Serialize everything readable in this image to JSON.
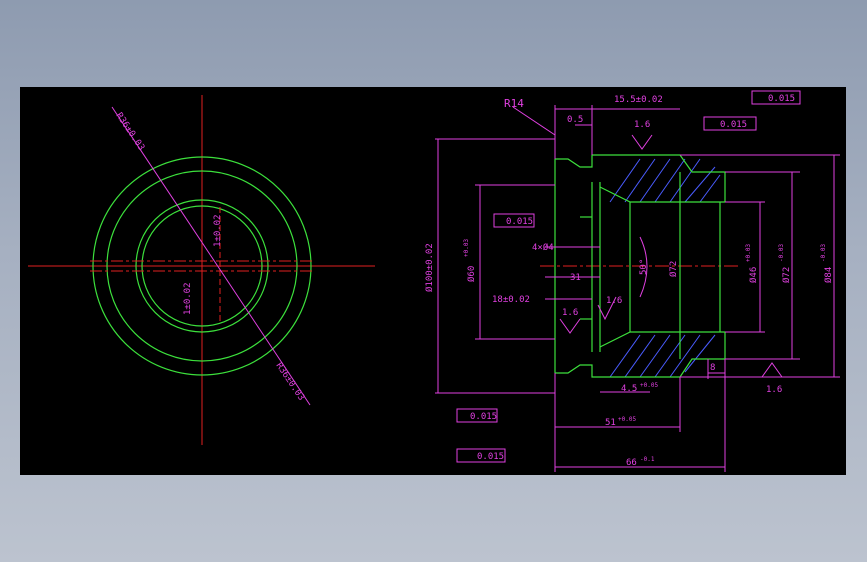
{
  "left_view": {
    "radius_top": "R36±0.03",
    "radius_bottom": "R36±0.03",
    "dim_vertical_upper": "1±0.02",
    "dim_vertical_lower": "1±0.02"
  },
  "section_view": {
    "radius_label": "R14",
    "dim_05": "0.5",
    "dim_155": "15.5±0.02",
    "rough_top": "1.6",
    "tol_box_top_outer": "0.015",
    "tol_box_top_inner": "0.015",
    "tol_box_left_mid": "0.015",
    "tol_box_left_low": "0.015",
    "tol_box_bottom": "0.015",
    "dia_100": "Ø100±0.02",
    "dia_60": "Ø60",
    "dia_60_tol": "+0.03",
    "dim_4xd4": "4×Ø4",
    "dim_31": "31",
    "dim_18": "18±0.02",
    "rough_left": "1.6",
    "rough_mid": "1.6",
    "angle_50": "50°",
    "dia_72": "Ø72",
    "dia_46": "Ø46",
    "dia_46_tol": "+0.03",
    "dia_72b": "Ø72",
    "dia_72b_tol": "-0.03",
    "dia_84": "Ø84",
    "dia_84_tol": "-0.03",
    "dim_45": "4.5",
    "dim_45_tol": "+0.05",
    "dim_8": "8",
    "rough_bottom": "1.6",
    "dim_51": "51",
    "dim_51_tol": "+0.05",
    "dim_66": "66",
    "dim_66_tol": "-0.1"
  }
}
